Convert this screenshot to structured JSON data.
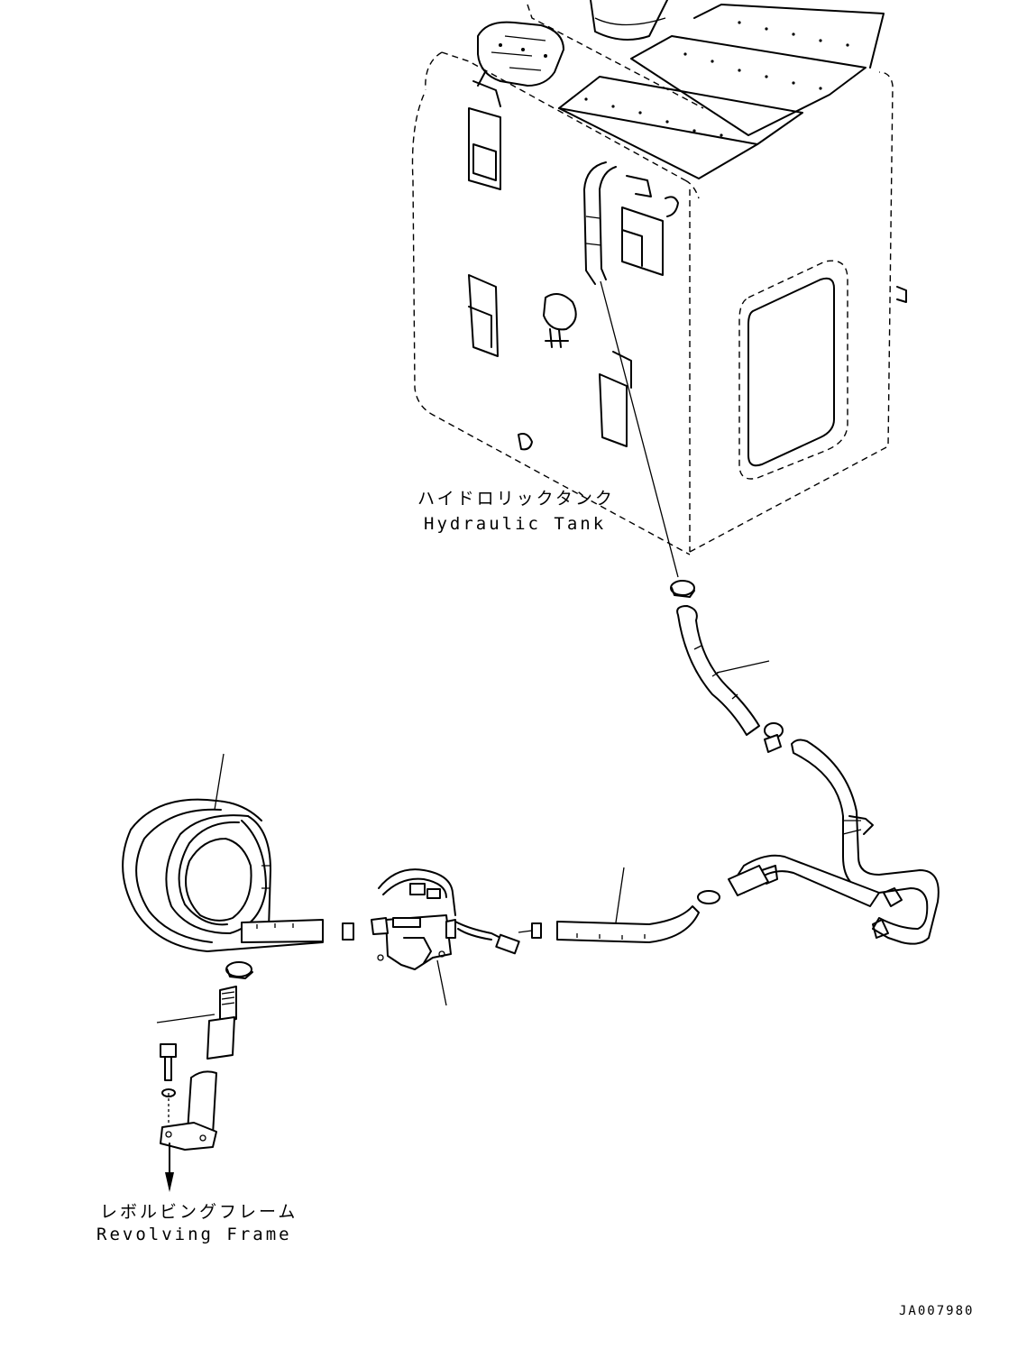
{
  "labels": {
    "hydraulic_tank_jp": "ハイドロリックタンク",
    "hydraulic_tank_en": "Hydraulic Tank",
    "revolving_frame_jp": "レボルビングフレーム",
    "revolving_frame_en": "Revolving Frame"
  },
  "drawing_code": "JA007980",
  "icons": {
    "tank": "hydraulic-tank-icon",
    "hose_coil": "hose-coil-icon",
    "filter": "line-filter-icon",
    "arrow": "arrow-down-icon"
  }
}
